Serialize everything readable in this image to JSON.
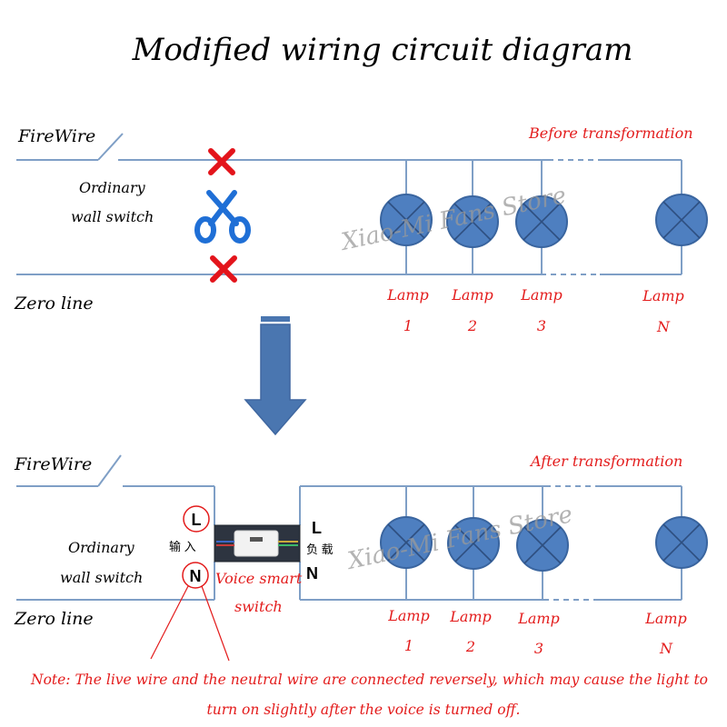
{
  "title": "Modified wiring circuit diagram",
  "watermark": "Xiao-Mi Fans Store",
  "top": {
    "firewire": "FireWire",
    "zero_line": "Zero line",
    "switch_line1": "Ordinary",
    "switch_line2": "wall switch",
    "state": "Before transformation",
    "lamps": [
      {
        "word": "Lamp",
        "num": "1"
      },
      {
        "word": "Lamp",
        "num": "2"
      },
      {
        "word": "Lamp",
        "num": "3"
      },
      {
        "word": "Lamp",
        "num": "N"
      }
    ]
  },
  "bottom": {
    "firewire": "FireWire",
    "zero_line": "Zero line",
    "switch_line1": "Ordinary",
    "switch_line2": "wall switch",
    "state": "After transformation",
    "voice_line1": "Voice smart",
    "voice_line2": "switch",
    "input_L": "L",
    "input_N": "N",
    "input_cn": "输 入",
    "load_L": "L",
    "load_N": "N",
    "load_cn": "负 载",
    "lamps": [
      {
        "word": "Lamp",
        "num": "1"
      },
      {
        "word": "Lamp",
        "num": "2"
      },
      {
        "word": "Lamp",
        "num": "3"
      },
      {
        "word": "Lamp",
        "num": "N"
      }
    ]
  },
  "note_line1": "Note: The live wire and the neutral wire are connected reversely, which may cause the light to",
  "note_line2": "turn on slightly after the voice is turned off.",
  "colors": {
    "wire": "#7f9fc6",
    "lamp": "#4e7fc0",
    "red": "#e31b1b",
    "arrow": "#4a76b0",
    "scissors": "#1f6fd6"
  },
  "icons": [
    "cross-icon",
    "scissors-icon",
    "down-arrow-icon",
    "lamp-icon"
  ]
}
